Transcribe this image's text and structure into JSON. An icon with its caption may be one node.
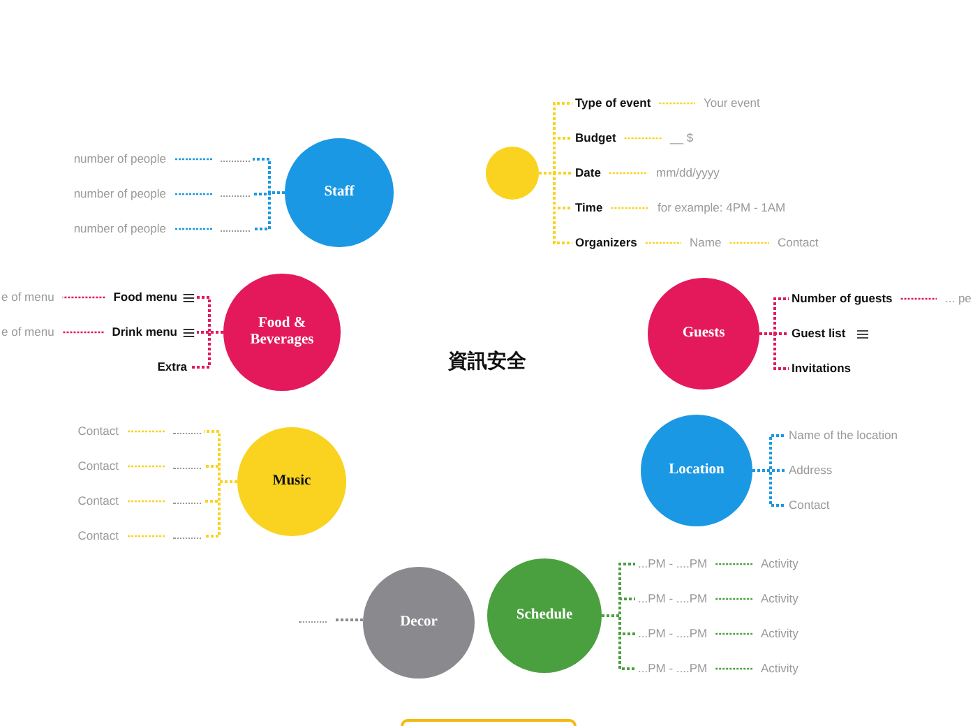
{
  "diagram": {
    "title": "資訊安全",
    "nodes": [
      {
        "text": [],
        "shape": "circle"
      },
      {
        "text": [
          "Type of event"
        ]
      },
      {
        "text": [
          "Your event"
        ]
      },
      {
        "text": [
          "Budget"
        ]
      },
      {
        "text": [
          "__ $"
        ]
      },
      {
        "text": [
          "Date"
        ]
      },
      {
        "text": [
          "mm/dd/yyyy"
        ]
      },
      {
        "text": [
          "Time"
        ]
      },
      {
        "text": [
          "for example: 4PM - 1AM"
        ]
      },
      {
        "text": [
          "Organizers"
        ]
      },
      {
        "text": [
          "Name"
        ]
      },
      {
        "text": [
          "Contact"
        ]
      },
      {
        "text": [
          "Staff"
        ]
      },
      {
        "text": [],
        "shape": "bar"
      },
      {
        "text": [],
        "shape": "bar"
      },
      {
        "text": [],
        "shape": "bar"
      },
      {
        "text": [
          "number of people"
        ]
      },
      {
        "text": [
          "number of people"
        ]
      },
      {
        "text": [
          "number of people"
        ]
      },
      {
        "text": [
          "Food & Beverages"
        ]
      },
      {
        "text": [
          "Food menu"
        ]
      },
      {
        "text": [
          "e of menu"
        ]
      },
      {
        "text": [
          "Drink menu"
        ]
      },
      {
        "text": [
          "e of menu"
        ]
      },
      {
        "text": [
          "Extra"
        ]
      },
      {
        "text": [
          "Guests"
        ]
      },
      {
        "text": [
          "Number of guests"
        ]
      },
      {
        "text": [
          "... pe"
        ]
      },
      {
        "text": [
          "Guest list"
        ]
      },
      {
        "text": [
          "Invitations"
        ]
      },
      {
        "text": [
          "Music"
        ]
      },
      {
        "text": [],
        "shape": "bar"
      },
      {
        "text": [],
        "shape": "bar"
      },
      {
        "text": [],
        "shape": "bar"
      },
      {
        "text": [],
        "shape": "bar"
      },
      {
        "text": [
          "Contact"
        ]
      },
      {
        "text": [
          "Contact"
        ]
      },
      {
        "text": [
          "Contact"
        ]
      },
      {
        "text": [
          "Contact"
        ]
      },
      {
        "text": [
          "Location"
        ]
      },
      {
        "text": [
          "Name of the location"
        ]
      },
      {
        "text": [
          "Address"
        ]
      },
      {
        "text": [
          "Contact"
        ]
      },
      {
        "text": [
          "Decor"
        ]
      },
      {
        "text": [],
        "shape": "bar"
      },
      {
        "text": [
          "Schedule"
        ]
      },
      {
        "text": [
          "...PM - ....PM"
        ]
      },
      {
        "text": [
          "...PM - ....PM"
        ]
      },
      {
        "text": [
          "...PM - ....PM"
        ]
      },
      {
        "text": [
          "...PM - ....PM"
        ]
      },
      {
        "text": [
          "Activity"
        ]
      },
      {
        "text": [
          "Activity"
        ]
      },
      {
        "text": [
          "Activity"
        ]
      },
      {
        "text": [
          "Activity"
        ]
      },
      {
        "text": [],
        "shape": "box"
      }
    ],
    "edges": [
      {
        "from": 0,
        "to": 1,
        "arrow": "none",
        "color": "#f9d31f"
      },
      {
        "from": 0,
        "to": 3,
        "arrow": "none",
        "color": "#f9d31f"
      },
      {
        "from": 0,
        "to": 5,
        "arrow": "none",
        "color": "#f9d31f"
      },
      {
        "from": 0,
        "to": 7,
        "arrow": "none",
        "color": "#f9d31f"
      },
      {
        "from": 0,
        "to": 9,
        "arrow": "none",
        "color": "#f9d31f"
      },
      {
        "from": 1,
        "to": 2,
        "arrow": "none",
        "color": "#f9d31f"
      },
      {
        "from": 3,
        "to": 4,
        "arrow": "none",
        "color": "#f9d31f"
      },
      {
        "from": 5,
        "to": 6,
        "arrow": "none",
        "color": "#f9d31f"
      },
      {
        "from": 7,
        "to": 8,
        "arrow": "none",
        "color": "#f9d31f"
      },
      {
        "from": 9,
        "to": 10,
        "arrow": "none",
        "color": "#f9d31f"
      },
      {
        "from": 10,
        "to": 11,
        "arrow": "none",
        "color": "#f9d31f"
      },
      {
        "from": 12,
        "to": 13,
        "arrow": "none",
        "color": "#1b98e3"
      },
      {
        "from": 12,
        "to": 14,
        "arrow": "none",
        "color": "#1b98e3"
      },
      {
        "from": 12,
        "to": 15,
        "arrow": "none",
        "color": "#1b98e3"
      },
      {
        "from": 13,
        "to": 16,
        "arrow": "none",
        "color": "#1b98e3"
      },
      {
        "from": 14,
        "to": 17,
        "arrow": "none",
        "color": "#1b98e3"
      },
      {
        "from": 15,
        "to": 18,
        "arrow": "none",
        "color": "#1b98e3"
      },
      {
        "from": 19,
        "to": 20,
        "arrow": "none",
        "color": "#e3195c"
      },
      {
        "from": 19,
        "to": 22,
        "arrow": "none",
        "color": "#e3195c"
      },
      {
        "from": 19,
        "to": 24,
        "arrow": "none",
        "color": "#e3195c"
      },
      {
        "from": 20,
        "to": 21,
        "arrow": "none",
        "color": "#e3195c"
      },
      {
        "from": 22,
        "to": 23,
        "arrow": "none",
        "color": "#e3195c"
      },
      {
        "from": 25,
        "to": 26,
        "arrow": "none",
        "color": "#e3195c"
      },
      {
        "from": 25,
        "to": 28,
        "arrow": "none",
        "color": "#e3195c"
      },
      {
        "from": 25,
        "to": 29,
        "arrow": "none",
        "color": "#e3195c"
      },
      {
        "from": 26,
        "to": 27,
        "arrow": "none",
        "color": "#e3195c"
      },
      {
        "from": 30,
        "to": 31,
        "arrow": "none",
        "color": "#f9d31f"
      },
      {
        "from": 30,
        "to": 32,
        "arrow": "none",
        "color": "#f9d31f"
      },
      {
        "from": 30,
        "to": 33,
        "arrow": "none",
        "color": "#f9d31f"
      },
      {
        "from": 30,
        "to": 34,
        "arrow": "none",
        "color": "#f9d31f"
      },
      {
        "from": 31,
        "to": 35,
        "arrow": "none",
        "color": "#f9d31f"
      },
      {
        "from": 32,
        "to": 36,
        "arrow": "none",
        "color": "#f9d31f"
      },
      {
        "from": 33,
        "to": 37,
        "arrow": "none",
        "color": "#f9d31f"
      },
      {
        "from": 34,
        "to": 38,
        "arrow": "none",
        "color": "#f9d31f"
      },
      {
        "from": 39,
        "to": 40,
        "arrow": "none",
        "color": "#1b98e3"
      },
      {
        "from": 39,
        "to": 41,
        "arrow": "none",
        "color": "#1b98e3"
      },
      {
        "from": 39,
        "to": 42,
        "arrow": "none",
        "color": "#1b98e3"
      },
      {
        "from": 43,
        "to": 44,
        "arrow": "none",
        "color": "#8a8a8e"
      },
      {
        "from": 45,
        "to": 46,
        "arrow": "none",
        "color": "#4aa03f"
      },
      {
        "from": 45,
        "to": 47,
        "arrow": "none",
        "color": "#4aa03f"
      },
      {
        "from": 45,
        "to": 48,
        "arrow": "none",
        "color": "#4aa03f"
      },
      {
        "from": 45,
        "to": 49,
        "arrow": "none",
        "color": "#4aa03f"
      },
      {
        "from": 46,
        "to": 50,
        "arrow": "none",
        "color": "#4aa03f"
      },
      {
        "from": 47,
        "to": 51,
        "arrow": "none",
        "color": "#4aa03f"
      },
      {
        "from": 48,
        "to": 52,
        "arrow": "none",
        "color": "#4aa03f"
      },
      {
        "from": 49,
        "to": 53,
        "arrow": "none",
        "color": "#4aa03f"
      }
    ]
  }
}
